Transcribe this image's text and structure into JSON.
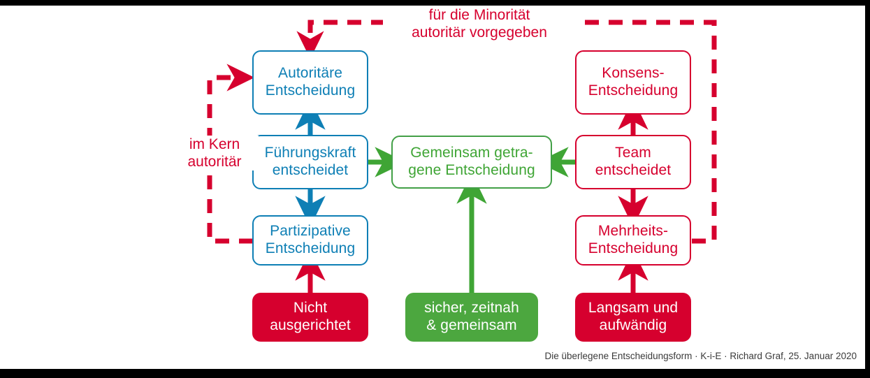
{
  "diagram": {
    "colors": {
      "blue": "#0E7FB5",
      "green": "#3FA535",
      "green_fill": "#4CA73F",
      "red": "#D6002E",
      "white": "#FFFFFF",
      "frame": "#000000"
    },
    "nodes": {
      "autoritaere": "Autoritäre\nEntscheidung",
      "fuehrungskraft": "Führungskraft\nentscheidet",
      "partizipative": "Partizipative\nEntscheidung",
      "gemeinsam": "Gemeinsam getra-\ngene Entscheidung",
      "konsens": "Konsens-\nEntscheidung",
      "team": "Team\nentscheidet",
      "mehrheits": "Mehrheits-\nEntscheidung",
      "nicht_ausgerichtet": "Nicht\nausgerichtet",
      "sicher": "sicher, zeitnah\n& gemeinsam",
      "langsam": "Langsam und\naufwändig"
    },
    "labels": {
      "top_loop": "für die Minorität\nautoritär vorgegeben",
      "left_loop": "im Kern\nautoritär"
    },
    "footer": "Die überlegene Entscheidungsform · K-i-E · Richard Graf, 25. Januar 2020"
  }
}
